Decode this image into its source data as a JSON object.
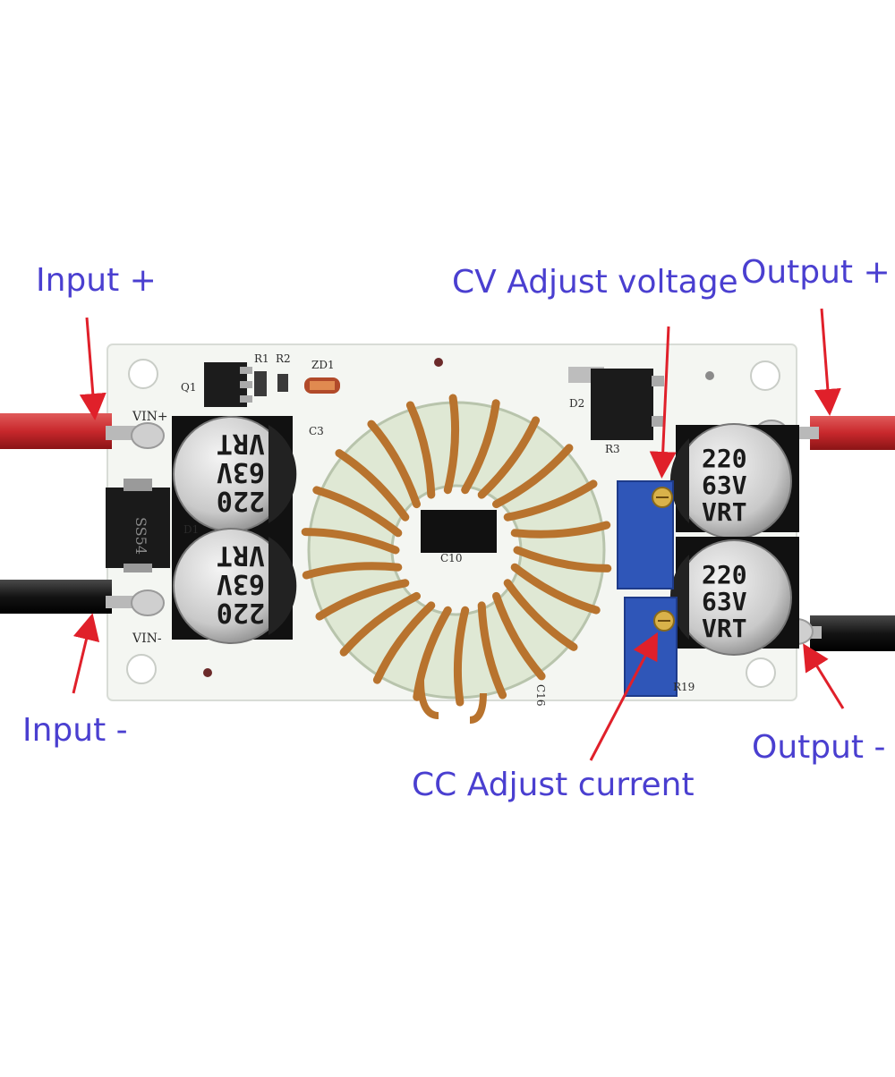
{
  "labels": {
    "input_plus": "Input +",
    "input_minus": "Input -",
    "output_plus": "Output +",
    "output_minus": "Output -",
    "cv_adjust": "CV Adjust voltage",
    "cc_adjust": "CC Adjust current"
  },
  "silkscreen": {
    "vin_plus": "VIN+",
    "vin_minus": "VIN-",
    "q1": "Q1",
    "r1": "R1",
    "r2": "R2",
    "zd1": "ZD1",
    "c3": "C3",
    "d1": "D1",
    "d2": "D2",
    "r3": "R3",
    "c10": "C10",
    "c16": "C16",
    "r19": "R19",
    "diode_marking": "SS54"
  },
  "capacitors": {
    "capacitance": "220",
    "voltage": "63V",
    "series": "VRT"
  },
  "colors": {
    "callout_text": "#4a3fd0",
    "arrow": "#e0202a",
    "board": "#f4f6f2",
    "copper_wire": "#b8732e",
    "toroid_core": "#dfe8d4",
    "trimpot": "#2f56b8",
    "wire_red": "#c8282c",
    "wire_black": "#141414"
  }
}
